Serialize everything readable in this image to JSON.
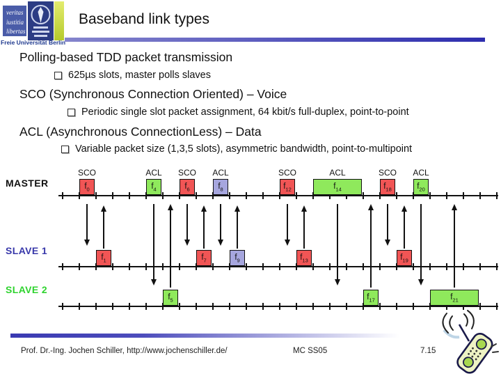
{
  "logo": {
    "motto_lines": [
      "veritas",
      "iustitia",
      "libertas"
    ],
    "university": "Freie Universität Berlin"
  },
  "header": {
    "title": "Baseband link types"
  },
  "content": {
    "items": [
      {
        "level": 1,
        "text": "Polling-based TDD packet transmission"
      },
      {
        "level": 2,
        "text": "625µs slots, master polls slaves"
      },
      {
        "level": 1,
        "text": "SCO (Synchronous Connection Oriented) – Voice"
      },
      {
        "level": 2,
        "text": "Periodic single slot packet assignment, 64 kbit/s full-duplex, point-to-point"
      },
      {
        "level": 1,
        "text": "ACL (Asynchronous ConnectionLess) – Data"
      },
      {
        "level": 2,
        "text": "Variable packet size (1,3,5 slots), asymmetric bandwidth, point-to-multipoint"
      }
    ]
  },
  "diagram": {
    "freq_prefix": "f",
    "colors": {
      "sco": "#f15555",
      "acl": "#8fe95c",
      "acl2": "#a6a6de"
    },
    "rows": [
      {
        "id": "master",
        "name": "MASTER",
        "color": "#111111"
      },
      {
        "id": "slave1",
        "name": "SLAVE 1",
        "color": "#3838aa"
      },
      {
        "id": "slave2",
        "name": "SLAVE 2",
        "color": "#2fd32f"
      }
    ],
    "slots": [
      {
        "row": 0,
        "f": "0",
        "span": 1,
        "type": "sco",
        "tlabel": "SCO",
        "link": "slave1"
      },
      {
        "row": 0,
        "f": "4",
        "span": 1,
        "type": "acl",
        "tlabel": "ACL",
        "link": "slave2"
      },
      {
        "row": 0,
        "f": "6",
        "span": 1,
        "type": "sco",
        "tlabel": "SCO",
        "link": "slave1"
      },
      {
        "row": 0,
        "f": "8",
        "span": 1,
        "type": "acl2",
        "tlabel": "ACL",
        "link": "slave1"
      },
      {
        "row": 0,
        "f": "12",
        "span": 1,
        "type": "sco",
        "tlabel": "SCO",
        "link": "slave1"
      },
      {
        "row": 0,
        "f": "14",
        "span": 3,
        "type": "acl",
        "tlabel": "ACL",
        "link": "slave2"
      },
      {
        "row": 0,
        "f": "18",
        "span": 1,
        "type": "sco",
        "tlabel": "SCO",
        "link": "slave1"
      },
      {
        "row": 0,
        "f": "20",
        "span": 1,
        "type": "acl",
        "tlabel": "ACL",
        "link": "slave2"
      },
      {
        "row": 1,
        "f": "1",
        "span": 1,
        "type": "sco"
      },
      {
        "row": 1,
        "f": "7",
        "span": 1,
        "type": "sco"
      },
      {
        "row": 1,
        "f": "9",
        "span": 1,
        "type": "acl2"
      },
      {
        "row": 1,
        "f": "13",
        "span": 1,
        "type": "sco"
      },
      {
        "row": 1,
        "f": "19",
        "span": 1,
        "type": "sco"
      },
      {
        "row": 2,
        "f": "5",
        "span": 1,
        "type": "acl"
      },
      {
        "row": 2,
        "f": "17",
        "span": 1,
        "type": "acl"
      },
      {
        "row": 2,
        "f": "21",
        "span": 3,
        "type": "acl"
      }
    ]
  },
  "footer": {
    "author": "Prof. Dr.-Ing. Jochen Schiller, http://www.jochenschiller.de/",
    "course": "MC SS05",
    "page": "7.15"
  }
}
